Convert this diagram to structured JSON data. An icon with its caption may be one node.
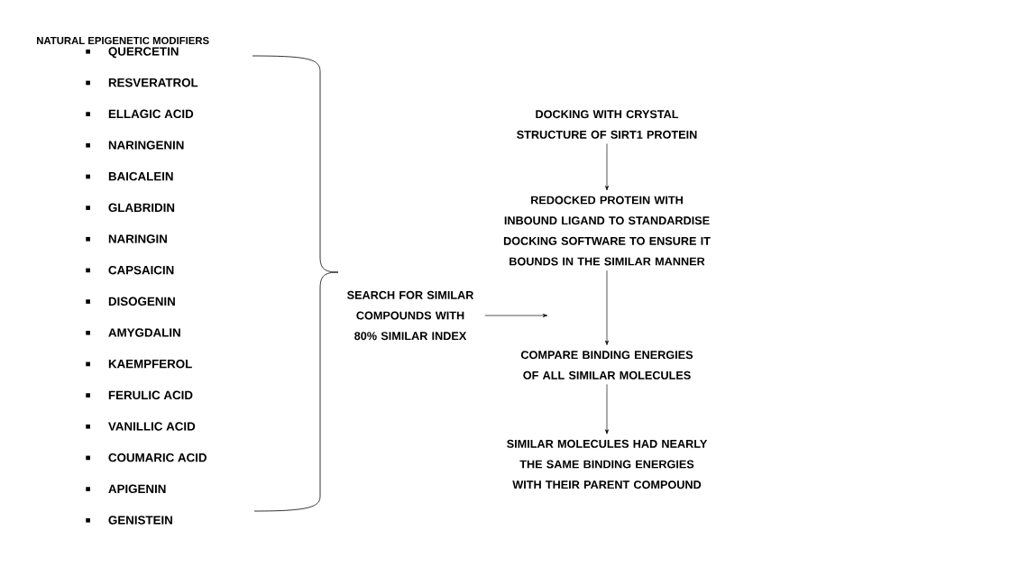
{
  "diagram": {
    "title": "NATURAL EPIGENETIC MODIFIERS",
    "nodes": [
      {
        "text": [
          "QUERCETIN",
          "RESVERATROL",
          "ELLAGIC ACID",
          "NARINGENIN",
          "BAICALEIN",
          "GLABRIDIN",
          "NARINGIN",
          "CAPSAICIN",
          "DISOGENIN",
          "AMYGDALIN",
          "KAEMPFEROL",
          "FERULIC ACID",
          "VANILLIC ACID",
          "COUMARIC ACID",
          "APIGENIN",
          "GENISTEIN"
        ]
      },
      {
        "text": [
          "SEARCH FOR SIMILAR COMPOUNDS WITH 80% SIMILAR INDEX"
        ]
      },
      {
        "text": [
          "DOCKING WITH CRYSTAL STRUCTURE OF SIRT1 PROTEIN"
        ]
      },
      {
        "text": [
          "REDOCKED PROTEIN WITH INBOUND LIGAND TO STANDARDISE DOCKING SOFTWARE TO ENSURE IT BOUNDS IN THE SIMILAR MANNER"
        ]
      },
      {
        "text": [
          "COMPARE BINDING ENERGIES OF ALL SIMILAR MOLECULES"
        ]
      },
      {
        "text": [
          "SIMILAR MOLECULES HAD NEARLY THE SAME BINDING ENERGIES WITH THEIR PARENT COMPOUND"
        ]
      }
    ],
    "edges": [
      {
        "from": 1,
        "to": null,
        "arrow": "to"
      },
      {
        "from": 2,
        "to": 3,
        "arrow": "to"
      },
      {
        "from": 3,
        "to": 4,
        "arrow": "to"
      },
      {
        "from": 4,
        "to": 5,
        "arrow": "to"
      }
    ]
  }
}
